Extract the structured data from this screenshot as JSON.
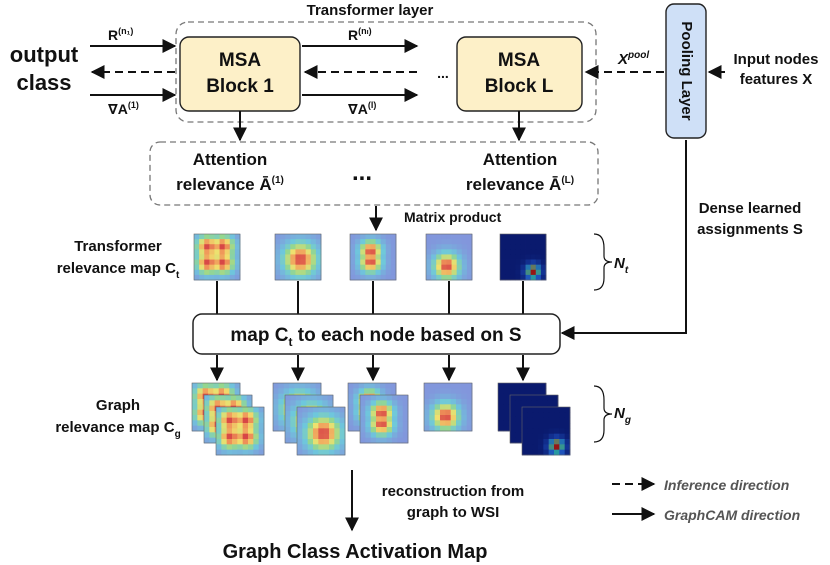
{
  "colors": {
    "block_fill": "#fdf0c8",
    "pooling_fill": "#cfe0f7",
    "dashed_box": "#777777",
    "legend_text": "#555555"
  },
  "diagram": {
    "output_class": [
      "output",
      "class"
    ],
    "transformer_layer": "Transformer layer",
    "block_first": [
      "MSA",
      "Block 1"
    ],
    "block_last": [
      "MSA",
      "Block L"
    ],
    "ellipsis_blocks": "...",
    "r_label_1": "R",
    "r_sup_1": "(n₁)",
    "r_label_l": "R",
    "r_sup_l": "(nₗ)",
    "grad_label_1": "∇A",
    "grad_sup_1": "(1)",
    "grad_label_l": "∇A",
    "grad_sup_l": "(l)",
    "x_pool": "X",
    "x_pool_sup": "pool",
    "pooling_layer": "Pooling Layer",
    "input_features": [
      "Input nodes",
      "features X"
    ],
    "attention_1": [
      "Attention",
      "relevance Ā"
    ],
    "attention_1_sup": "(1)",
    "attention_l": [
      "Attention",
      "relevance Ā"
    ],
    "attention_l_sup": "(L)",
    "ellipsis_attention": "...",
    "matrix_product": "Matrix product",
    "dense_assignments": [
      "Dense learned",
      "assignments S"
    ],
    "transformer_map": [
      "Transformer",
      "relevance map C"
    ],
    "transformer_map_sub": "t",
    "nt": "N",
    "nt_sub": "t",
    "map_box": "map C",
    "map_box_sub": "t",
    "map_box_rest": " to each node based on S",
    "graph_map": [
      "Graph",
      "relevance map C"
    ],
    "graph_map_sub": "g",
    "ng": "N",
    "ng_sub": "g",
    "reconstruction": [
      "reconstruction from",
      "graph to WSI"
    ],
    "legend_inference": "Inference direction",
    "legend_graphcam": "GraphCAM direction",
    "final_title": "Graph Class Activation Map"
  },
  "heatmaps": [
    {
      "base": "#8a9bd8",
      "hot": [
        [
          0.3,
          0.28
        ],
        [
          0.62,
          0.28
        ],
        [
          0.3,
          0.62
        ],
        [
          0.62,
          0.62
        ]
      ],
      "spread": 0.32,
      "cold": false
    },
    {
      "base": "#8aa3e0",
      "hot": [
        [
          0.55,
          0.55
        ]
      ],
      "spread": 0.45,
      "cold": false
    },
    {
      "base": "#8a9bd8",
      "hot": [
        [
          0.45,
          0.38
        ],
        [
          0.45,
          0.6
        ]
      ],
      "spread": 0.3,
      "cold": false
    },
    {
      "base": "#5a7ac8",
      "hot": [
        [
          0.45,
          0.7
        ]
      ],
      "spread": 0.35,
      "cold": false
    },
    {
      "base": "#0a1a6a",
      "hot": [
        [
          0.72,
          0.82
        ]
      ],
      "spread": 0.2,
      "cold": true
    }
  ]
}
